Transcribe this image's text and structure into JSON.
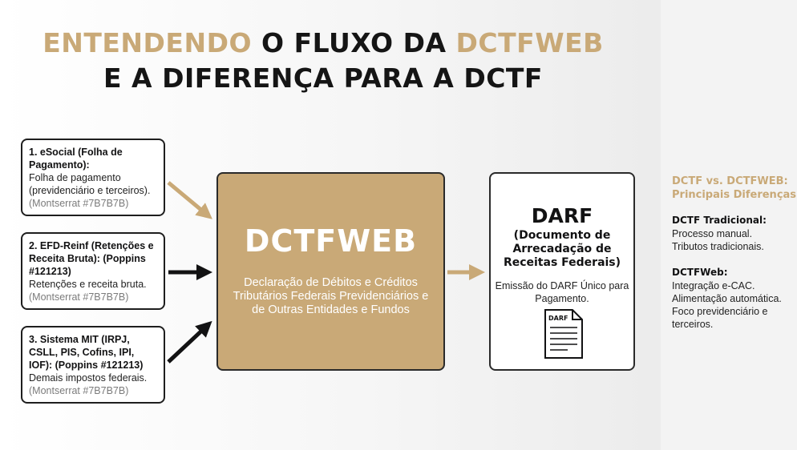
{
  "title": {
    "line1_part1": "ENTENDENDO",
    "line1_part2": "O FLUXO DA",
    "line1_part3": "DCTFWEB",
    "line2": "E A DIFERENÇA PARA A DCTF"
  },
  "sources": [
    {
      "title": "1. eSocial (Folha de Pagamento):",
      "description": "Folha de pagamento (previdenciário e terceiros).",
      "note": "(Montserrat #7B7B7B)"
    },
    {
      "title": "2. EFD-Reinf (Retenções e Receita Bruta): (Poppins #121213)",
      "description": "Retenções e receita bruta.",
      "note": "(Montserrat #7B7B7B)"
    },
    {
      "title": "3. Sistema MIT (IRPJ, CSLL, PIS, Cofins, IPI, IOF): (Poppins #121213)",
      "description": "Demais impostos federais.",
      "note": "(Montserrat #7B7B7B)"
    }
  ],
  "main": {
    "title": "DCTFWEB",
    "description": "Declaração de Débitos e Créditos Tributários Federais Previdenciários e de Outras Entidades e Fundos"
  },
  "darf": {
    "title": "DARF",
    "subtitle": "(Documento de Arrecadação de Receitas Federais)",
    "description": "Emissão do DARF Único para Pagamento.",
    "icon_label": "DARF",
    "icon": "document-icon"
  },
  "panel": {
    "heading": "DCTF vs. DCTFWEB: Principais Diferenças",
    "dctf_title": "DCTF Tradicional:",
    "dctf_lines": [
      "Processo manual.",
      "Tributos tradicionais."
    ],
    "web_title": "DCTFWeb:",
    "web_lines": [
      "Integração e-CAC.",
      "Alimentação automática.",
      "Foco previdenciário e",
      "terceiros."
    ]
  },
  "colors": {
    "gold": "#C9A977",
    "dark": "#121213",
    "gray": "#7B7B7B"
  }
}
